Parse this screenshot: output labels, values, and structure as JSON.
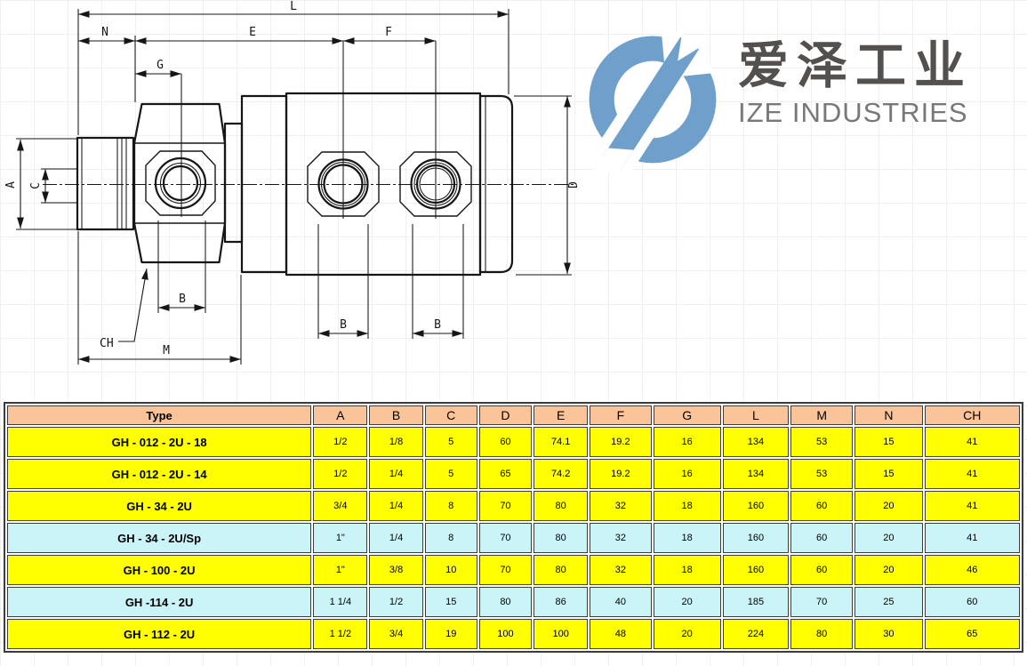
{
  "logo": {
    "chinese": "爱泽工业",
    "english": "IZE INDUSTRIES",
    "mark_color": "#6FA0CC",
    "chinese_color": "#54504E",
    "english_color": "#77787B"
  },
  "drawing": {
    "dims": {
      "L": "L",
      "N": "N",
      "E": "E",
      "F": "F",
      "G": "G",
      "A": "A",
      "C": "C",
      "D": "D",
      "B": "B",
      "M": "M",
      "CH": "CH"
    }
  },
  "table": {
    "columns": [
      "Type",
      "A",
      "B",
      "C",
      "D",
      "E",
      "F",
      "G",
      "L",
      "M",
      "N",
      "CH"
    ],
    "header_bg": "#F9C499",
    "row_colors": {
      "yellow": "#FFFF00",
      "cyan": "#CAF4F8"
    },
    "rows": [
      {
        "type": "GH - 012 - 2U - 18",
        "color": "yellow",
        "values": [
          "1/2",
          "1/8",
          "5",
          "60",
          "74.1",
          "19.2",
          "16",
          "134",
          "53",
          "15",
          "41"
        ]
      },
      {
        "type": "GH - 012 - 2U - 14",
        "color": "yellow",
        "values": [
          "1/2",
          "1/4",
          "5",
          "65",
          "74.2",
          "19.2",
          "16",
          "134",
          "53",
          "15",
          "41"
        ]
      },
      {
        "type": "GH - 34 - 2U",
        "color": "yellow",
        "values": [
          "3/4",
          "1/4",
          "8",
          "70",
          "80",
          "32",
          "18",
          "160",
          "60",
          "20",
          "41"
        ]
      },
      {
        "type": "GH - 34 - 2U/Sp",
        "color": "cyan",
        "values": [
          "1\"",
          "1/4",
          "8",
          "70",
          "80",
          "32",
          "18",
          "160",
          "60",
          "20",
          "41"
        ]
      },
      {
        "type": "GH - 100 - 2U",
        "color": "yellow",
        "values": [
          "1\"",
          "3/8",
          "10",
          "70",
          "80",
          "32",
          "18",
          "160",
          "60",
          "20",
          "46"
        ]
      },
      {
        "type": "GH -114 - 2U",
        "color": "cyan",
        "values": [
          "1 1/4",
          "1/2",
          "15",
          "80",
          "86",
          "40",
          "20",
          "185",
          "70",
          "25",
          "60"
        ]
      },
      {
        "type": "GH - 112 - 2U",
        "color": "yellow",
        "values": [
          "1 1/2",
          "3/4",
          "19",
          "100",
          "100",
          "48",
          "20",
          "224",
          "80",
          "30",
          "65"
        ]
      }
    ]
  }
}
